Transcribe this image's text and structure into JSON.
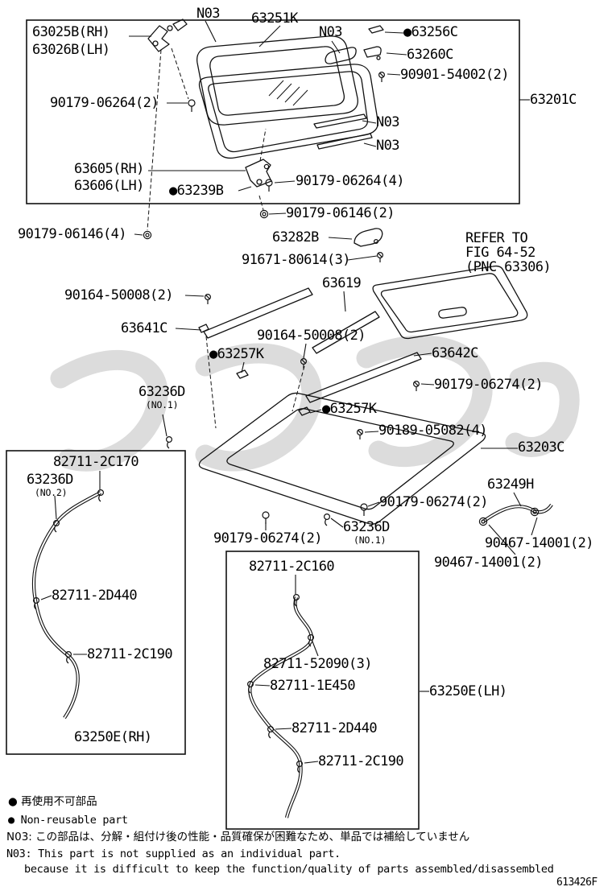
{
  "labels": [
    {
      "text": "63025B(RH)"
    },
    {
      "text": "63026B(LH)"
    },
    {
      "text": "N03"
    },
    {
      "text": "63251K"
    },
    {
      "text": "N03"
    },
    {
      "text": "●63256C"
    },
    {
      "text": "63260C"
    },
    {
      "text": "90901-54002(2)"
    },
    {
      "text": "63201C"
    },
    {
      "text": "90179-06264(2)"
    },
    {
      "text": "N03"
    },
    {
      "text": "N03"
    },
    {
      "text": "63605(RH)"
    },
    {
      "text": "63606(LH)"
    },
    {
      "text": "●63239B"
    },
    {
      "text": "90179-06264(4)"
    },
    {
      "text": "90179-06146(2)"
    },
    {
      "text": "90179-06146(4)"
    },
    {
      "text": "63282B"
    },
    {
      "text": "REFER TO"
    },
    {
      "text": "FIG 64-52"
    },
    {
      "text": "(PNC 63306)"
    },
    {
      "text": "91671-80614(3)"
    },
    {
      "text": "63619"
    },
    {
      "text": "90164-50008(2)"
    },
    {
      "text": "63641C"
    },
    {
      "text": "90164-50008(2)"
    },
    {
      "text": "●63257K"
    },
    {
      "text": "63642C"
    },
    {
      "text": "90179-06274(2)"
    },
    {
      "text": "63236D"
    },
    {
      "text": "(NO.1)"
    },
    {
      "text": "●63257K"
    },
    {
      "text": "90189-05082(4)"
    },
    {
      "text": "63203C"
    },
    {
      "text": "82711-2C170"
    },
    {
      "text": "63236D"
    },
    {
      "text": "(NO.2)"
    },
    {
      "text": "63249H"
    },
    {
      "text": "90179-06274(2)"
    },
    {
      "text": "63236D"
    },
    {
      "text": "(NO.1)"
    },
    {
      "text": "90179-06274(2)"
    },
    {
      "text": "90467-14001(2)"
    },
    {
      "text": "90467-14001(2)"
    },
    {
      "text": "82711-2C160"
    },
    {
      "text": "82711-2D440"
    },
    {
      "text": "82711-2C190"
    },
    {
      "text": "82711-52090(3)"
    },
    {
      "text": "82711-1E450"
    },
    {
      "text": "63250E(LH)"
    },
    {
      "text": "82711-2D440"
    },
    {
      "text": "63250E(RH)"
    },
    {
      "text": "82711-2C190"
    }
  ],
  "legend": {
    "jp": "● 再使用不可部品",
    "en": "● Non-reusable part"
  },
  "notes": {
    "jp": "N03: この部品は、分解・組付け後の性能・品質確保が困難なため、単品では補給していません",
    "en_line1": "N03: This part is not supplied as an individual part.",
    "en_line2": "because it is difficult to keep the function/quality of parts assembled/disassembled"
  },
  "footer": {
    "doc_number": "613426F"
  }
}
